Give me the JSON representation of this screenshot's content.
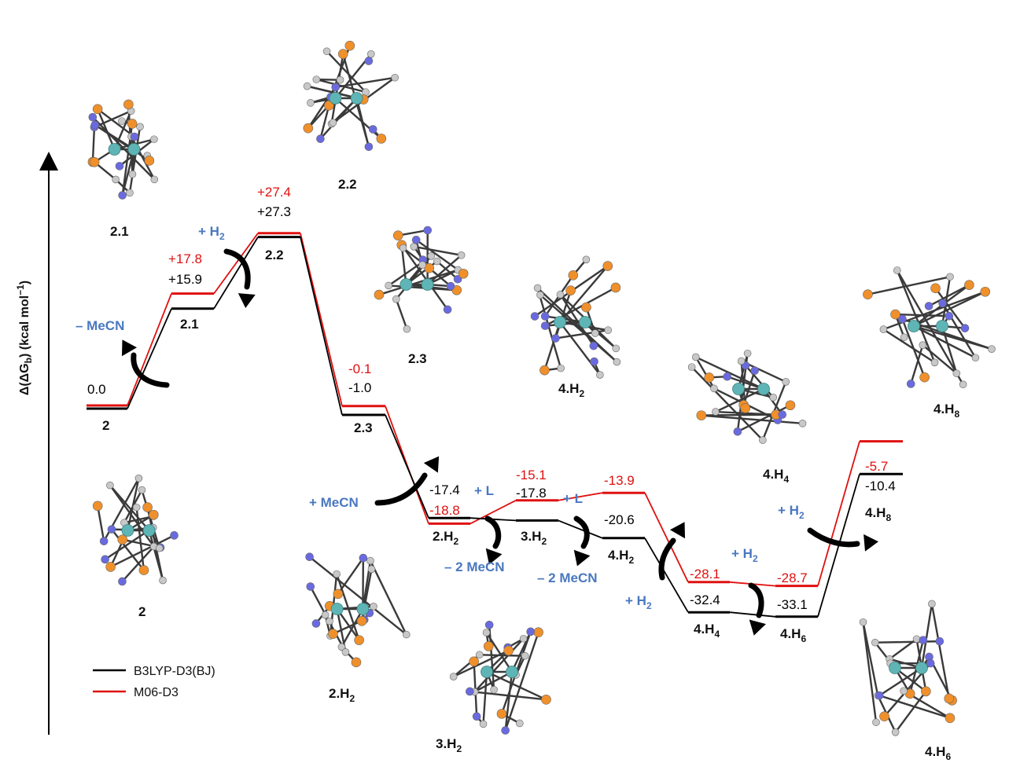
{
  "y_axis": {
    "label": "Δ(ΔG",
    "label_sub": "b",
    "label_tail": ") (kcal mol",
    "label_sup": "−1",
    "label_end": ")"
  },
  "legend": [
    {
      "name": "B3LYP-D3(BJ)",
      "color": "#000000"
    },
    {
      "name": "M06-D3",
      "color": "#e01010"
    }
  ],
  "colors": {
    "b3lyp": "#000000",
    "m06": "#e01010",
    "reaction": "#4a78c0"
  },
  "chart_data": {
    "type": "line",
    "states": [
      "2",
      "2.1",
      "2.2",
      "2.3",
      "2.H2",
      "3.H2",
      "4.H2",
      "4.H4",
      "4.H6",
      "4.H8"
    ],
    "series": [
      {
        "name": "B3LYP-D3(BJ)",
        "values": [
          0.0,
          15.9,
          27.3,
          -1.0,
          -17.4,
          -17.8,
          -20.6,
          -32.4,
          -33.1,
          -10.4
        ]
      },
      {
        "name": "M06-D3",
        "values": [
          0.0,
          17.8,
          27.4,
          -0.1,
          -18.8,
          -15.1,
          -13.9,
          -28.1,
          -28.7,
          -5.7
        ]
      }
    ]
  },
  "energy_labels": [
    {
      "black": "0.0",
      "red": ""
    },
    {
      "black": "+15.9",
      "red": "+17.8"
    },
    {
      "black": "+27.3",
      "red": "+27.4"
    },
    {
      "black": "-1.0",
      "red": "-0.1"
    },
    {
      "black": "-17.4",
      "red": "-18.8"
    },
    {
      "black": "-17.8",
      "red": "-15.1"
    },
    {
      "black": "-20.6",
      "red": "-13.9"
    },
    {
      "black": "-32.4",
      "red": "-28.1"
    },
    {
      "black": "-33.1",
      "red": "-28.7"
    },
    {
      "black": "-10.4",
      "red": "-5.7"
    }
  ],
  "state_labels": [
    {
      "main": "2",
      "sub": ""
    },
    {
      "main": "2.1",
      "sub": ""
    },
    {
      "main": "2.2",
      "sub": ""
    },
    {
      "main": "2.3",
      "sub": ""
    },
    {
      "main": "2.H",
      "sub": "2"
    },
    {
      "main": "3.H",
      "sub": "2"
    },
    {
      "main": "4.H",
      "sub": "2"
    },
    {
      "main": "4.H",
      "sub": "4"
    },
    {
      "main": "4.H",
      "sub": "6"
    },
    {
      "main": "4.H",
      "sub": "8"
    }
  ],
  "structure_labels": [
    {
      "main": "2.1",
      "sub": ""
    },
    {
      "main": "2.2",
      "sub": ""
    },
    {
      "main": "2.3",
      "sub": ""
    },
    {
      "main": "4.H",
      "sub": "2"
    },
    {
      "main": "4.H",
      "sub": "4"
    },
    {
      "main": "4.H",
      "sub": "8"
    },
    {
      "main": "2",
      "sub": ""
    },
    {
      "main": "2.H",
      "sub": "2"
    },
    {
      "main": "3.H",
      "sub": "2"
    },
    {
      "main": "4.H",
      "sub": "6"
    }
  ],
  "reaction_labels": {
    "minus_mecn": "– MeCN",
    "plus_h2_a": "+ H",
    "plus_h2_a_sub": "2",
    "plus_mecn": "+ MeCN",
    "plus_l_a": "+ L",
    "plus_l_b": "+ L",
    "minus_2mecn_a": "– 2 MeCN",
    "minus_2mecn_b": "– 2 MeCN",
    "plus_h2_b": "+ H",
    "plus_h2_b_sub": "2",
    "plus_h2_c": "+ H",
    "plus_h2_c_sub": "2",
    "plus_h2_d": "+ H",
    "plus_h2_d_sub": "2"
  }
}
